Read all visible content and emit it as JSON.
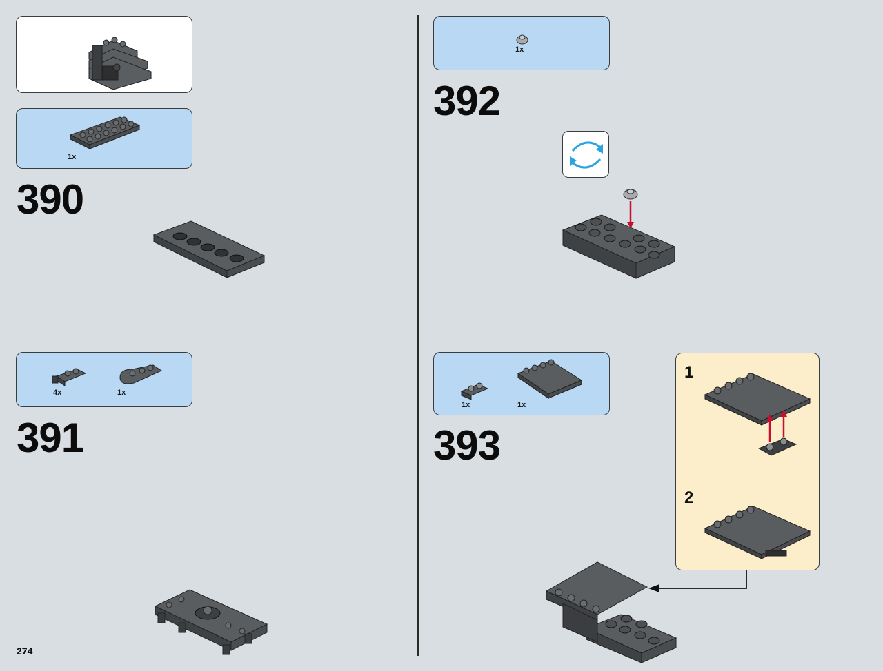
{
  "page_number": "274",
  "steps": [
    {
      "number": "390",
      "parts": [
        {
          "qty": "1x",
          "icon": "plate-2x6-dark-gray"
        }
      ]
    },
    {
      "number": "391",
      "parts": [
        {
          "qty": "4x",
          "icon": "plate-clip-1x2-dark-gray"
        },
        {
          "qty": "1x",
          "icon": "plate-round-end-dark-gray"
        }
      ]
    },
    {
      "number": "392",
      "parts": [
        {
          "qty": "1x",
          "icon": "round-plate-light-gray"
        }
      ]
    },
    {
      "number": "393",
      "parts": [
        {
          "qty": "1x",
          "icon": "plate-1x2-jumper-dark-gray"
        },
        {
          "qty": "1x",
          "icon": "tile-4x4-studs-dark-gray"
        }
      ]
    }
  ],
  "substeps": [
    {
      "number": "1"
    },
    {
      "number": "2"
    }
  ],
  "icons": {
    "rotate": "rotate-model-icon",
    "arrow": "insert-arrow-icon"
  },
  "colors": {
    "parts_panel": "#b9d8f4",
    "substep_panel": "#fcedcb",
    "background": "#d9dee3",
    "arrow_red": "#c8102e",
    "rotate_blue": "#2aa3e0",
    "brick_dark": "#5a5d60"
  }
}
